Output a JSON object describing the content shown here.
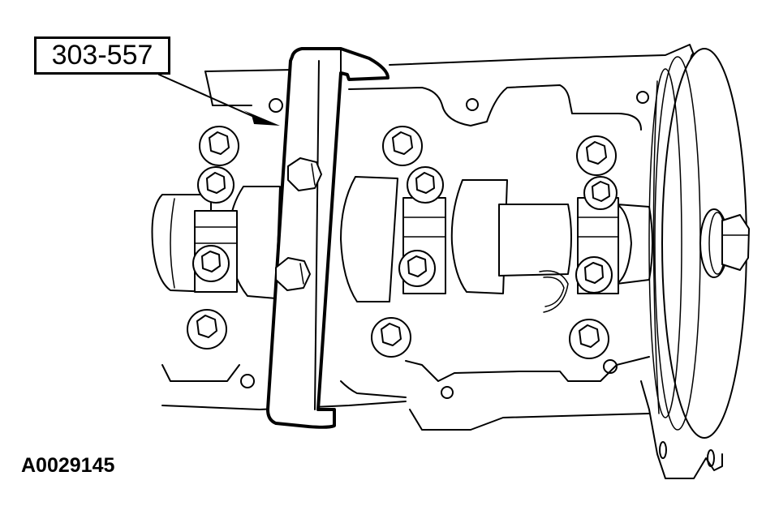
{
  "diagram": {
    "subject": "camshaft-holding-tool-installed",
    "callouts": [
      {
        "id": "tool",
        "label": "303-557",
        "target": "camshaft-holding-tool"
      }
    ],
    "figure_id": "A0029145",
    "colors": {
      "line": "#000000",
      "background": "#ffffff"
    }
  }
}
